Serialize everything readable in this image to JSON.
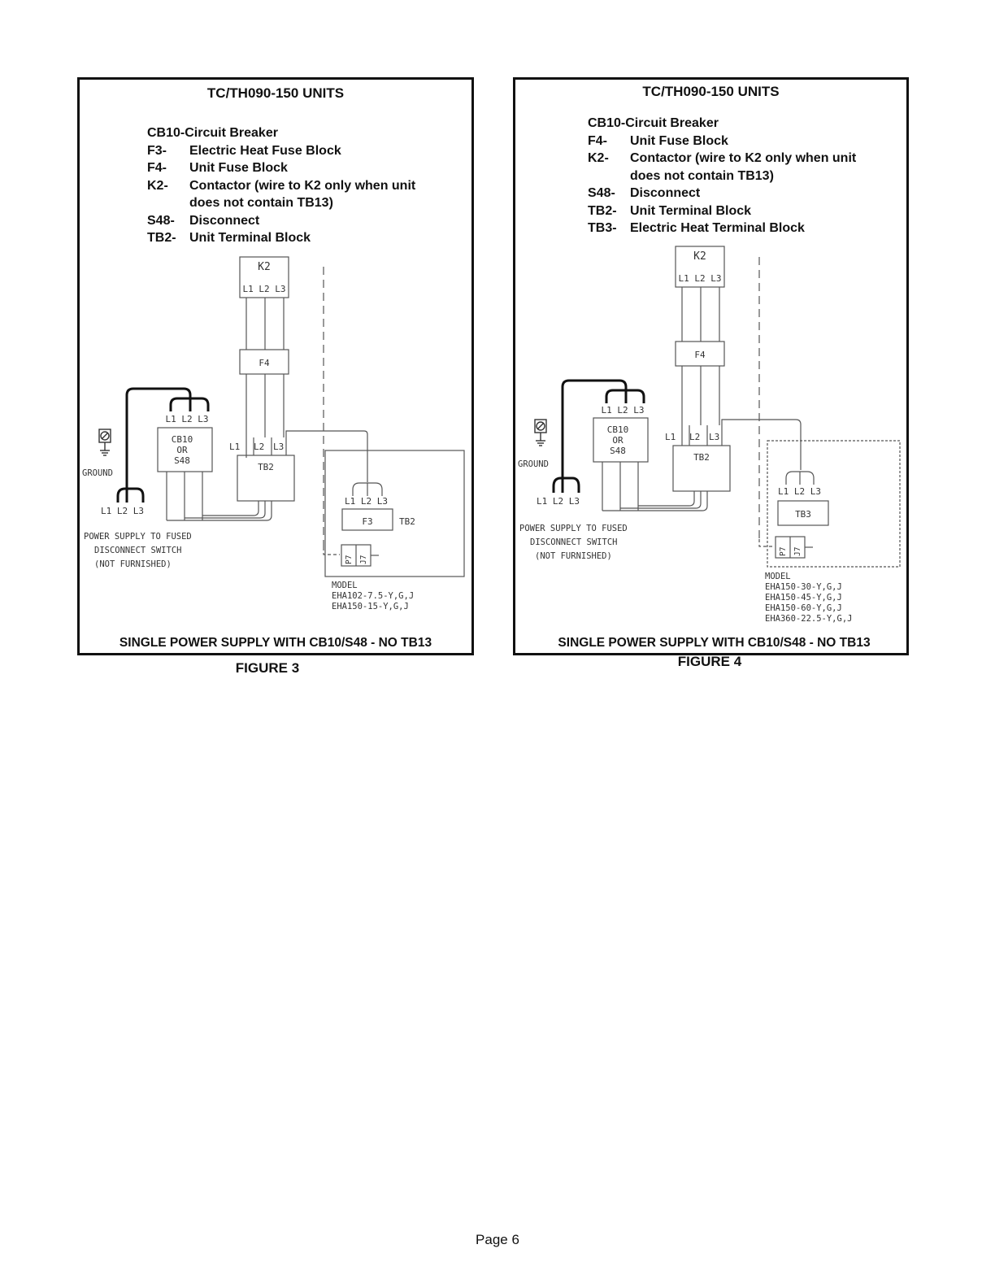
{
  "figure3": {
    "title": "TC/TH090-150 UNITS",
    "legend": {
      "cb10": "CB10-Circuit Breaker",
      "items": [
        {
          "code": "F3-",
          "text": "Electric Heat Fuse Block"
        },
        {
          "code": "F4-",
          "text": "Unit Fuse Block"
        },
        {
          "code": "K2-",
          "text": "Contactor (wire to K2 only when unit",
          "cont": "does not contain TB13)"
        },
        {
          "code": "S48-",
          "text": "Disconnect"
        },
        {
          "code": "TB2-",
          "text": "Unit Terminal Block"
        }
      ]
    },
    "diagram": {
      "k2": "K2",
      "k2_terms": "L1 L2 L3",
      "f4": "F4",
      "cb_terms": "L1 L2 L3",
      "cb_line1": "CB10",
      "cb_line2": "OR",
      "cb_line3": "S48",
      "tb2_l1": "L1",
      "tb2_l2": "L2",
      "tb2_l3": "L3",
      "tb2": "TB2",
      "ground": "GROUND",
      "supply_terms": "L1 L2 L3",
      "supply_note1": "POWER SUPPLY TO FUSED",
      "supply_note2": "DISCONNECT SWITCH",
      "supply_note3": "(NOT FURNISHED)",
      "heat_terms": "L1 L2 L3",
      "heat_block": "F3",
      "heat_tb": "TB2",
      "p7": "P7",
      "j7": "J7",
      "model_label": "MODEL",
      "models": [
        "EHA102-7.5-Y,G,J",
        "EHA150-15-Y,G,J"
      ]
    },
    "caption": "SINGLE POWER SUPPLY WITH CB10/S48 - NO TB13",
    "label": "FIGURE 3"
  },
  "figure4": {
    "title": "TC/TH090-150 UNITS",
    "legend": {
      "cb10": "CB10-Circuit Breaker",
      "items": [
        {
          "code": "F4-",
          "text": "Unit Fuse Block"
        },
        {
          "code": "K2-",
          "text": "Contactor (wire to K2 only when unit",
          "cont": "does not contain TB13)"
        },
        {
          "code": "S48-",
          "text": "Disconnect"
        },
        {
          "code": "TB2-",
          "text": "Unit Terminal Block"
        },
        {
          "code": "TB3-",
          "text": "Electric Heat Terminal Block"
        }
      ]
    },
    "diagram": {
      "k2": "K2",
      "k2_terms": "L1 L2 L3",
      "f4": "F4",
      "cb_terms": "L1 L2 L3",
      "cb_line1": "CB10",
      "cb_line2": "OR",
      "cb_line3": "S48",
      "tb2_l1": "L1",
      "tb2_l2": "L2",
      "tb2_l3": "L3",
      "tb2": "TB2",
      "ground": "GROUND",
      "supply_terms": "L1 L2 L3",
      "supply_note1": "POWER SUPPLY TO FUSED",
      "supply_note2": "DISCONNECT SWITCH",
      "supply_note3": "(NOT FURNISHED)",
      "heat_terms": "L1 L2 L3",
      "heat_block": "TB3",
      "p7": "P7",
      "j7": "J7",
      "model_label": "MODEL",
      "models": [
        "EHA150-30-Y,G,J",
        "EHA150-45-Y,G,J",
        "EHA150-60-Y,G,J",
        "EHA360-22.5-Y,G,J"
      ]
    },
    "caption": "SINGLE POWER SUPPLY WITH CB10/S48 - NO TB13",
    "label": "FIGURE 4"
  },
  "page": {
    "number": "Page 6"
  }
}
